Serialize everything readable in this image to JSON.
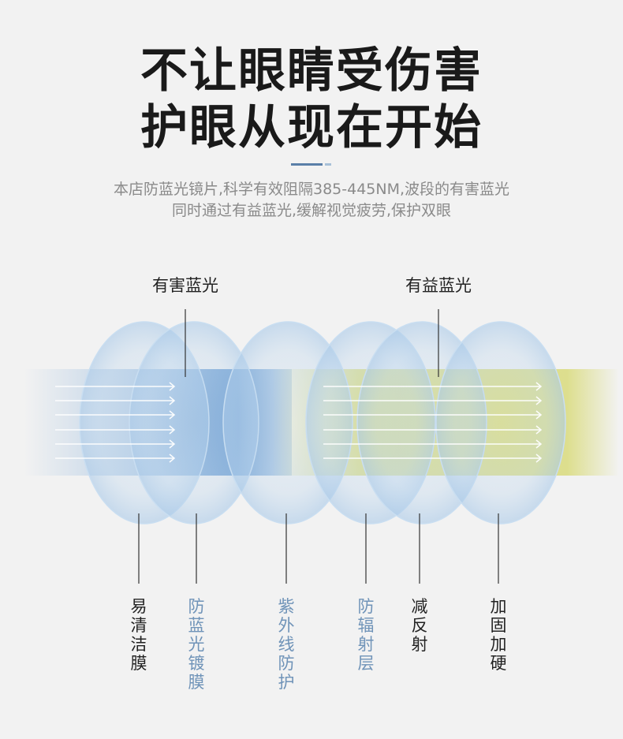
{
  "heading": {
    "line1": "不让眼睛受伤害",
    "line2": "护眼从现在开始"
  },
  "description": {
    "line1": "本店防蓝光镜片,科学有效阻隔385-445NM,波段的有害蓝光",
    "line2": "同时通过有益蓝光,缓解视觉疲劳,保护双眼"
  },
  "diagram": {
    "harmful_label": "有害蓝光",
    "beneficial_label": "有益蓝光",
    "layers": [
      {
        "label": "易清洁膜",
        "color": "#222222"
      },
      {
        "label": "防蓝光镀膜",
        "color": "#6f93b8"
      },
      {
        "label": "紫外线防护",
        "color": "#6f93b8"
      },
      {
        "label": "防辐射层",
        "color": "#6f93b8"
      },
      {
        "label": "减反射",
        "color": "#222222"
      },
      {
        "label": "加固加硬",
        "color": "#222222"
      }
    ]
  },
  "colors": {
    "accent_dark": "#5a7fa8",
    "accent_light": "#a7c0d8",
    "lens_fill": "#bcd6ee",
    "harmful_beam": "#4f8fd0",
    "beneficial_beam": "#d6d86c"
  }
}
